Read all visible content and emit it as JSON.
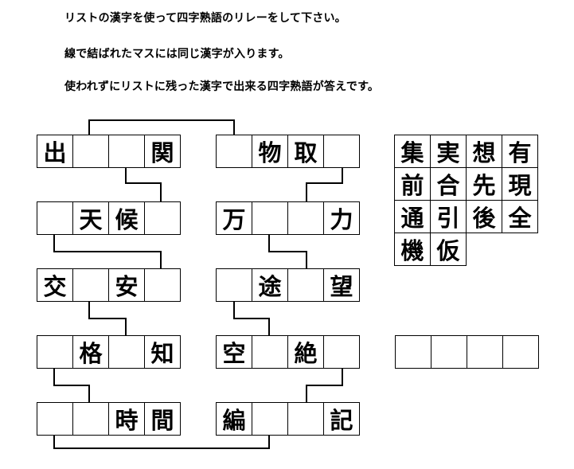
{
  "instructions": [
    "リストの漢字を使って四字熟語のリレーをして下さい。",
    "線で結ばれたマスには同じ漢字が入ります。",
    "使われずにリストに残った漢字で出来る四字熟語が答えです。"
  ],
  "left_column": [
    [
      "出",
      "",
      "",
      "関"
    ],
    [
      "",
      "天",
      "候",
      ""
    ],
    [
      "交",
      "",
      "安",
      ""
    ],
    [
      "",
      "格",
      "",
      "知"
    ],
    [
      "",
      "",
      "時",
      "間"
    ]
  ],
  "right_column": [
    [
      "",
      "物",
      "取",
      ""
    ],
    [
      "万",
      "",
      "",
      "力"
    ],
    [
      "",
      "途",
      "",
      "望"
    ],
    [
      "空",
      "",
      "絶",
      ""
    ],
    [
      "編",
      "",
      "",
      "記"
    ]
  ],
  "kanji_list": [
    [
      "集",
      "実",
      "想",
      "有"
    ],
    [
      "前",
      "合",
      "先",
      "現"
    ],
    [
      "通",
      "引",
      "後",
      "全"
    ],
    [
      "機",
      "仮"
    ]
  ],
  "answer_boxes": [
    "",
    "",
    "",
    ""
  ]
}
